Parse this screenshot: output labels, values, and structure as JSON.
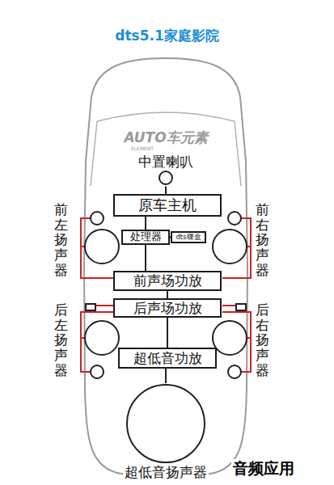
{
  "diagram": {
    "title": "dts5.1家庭影院",
    "nodes": [
      {
        "text": [
          "中置喇叭"
        ]
      },
      {
        "text": [
          "原车主机"
        ]
      },
      {
        "text": [
          "处理器"
        ]
      },
      {
        "text": [
          "dts碟盒"
        ]
      },
      {
        "text": [
          "前声场功放"
        ]
      },
      {
        "text": [
          "后声场功放"
        ]
      },
      {
        "text": [
          "超低音功放"
        ]
      },
      {
        "text": [
          "超低音扬声器"
        ]
      }
    ],
    "edges": [
      {
        "from": 0,
        "to": 1,
        "arrow": "none"
      },
      {
        "from": 1,
        "to": 2,
        "arrow": "none"
      },
      {
        "from": 2,
        "to": 3,
        "arrow": "none"
      },
      {
        "from": 2,
        "to": 4,
        "arrow": "none"
      },
      {
        "from": 4,
        "to": 5,
        "arrow": "none"
      },
      {
        "from": 5,
        "to": 6,
        "arrow": "none"
      },
      {
        "from": 6,
        "to": 7,
        "arrow": "none"
      }
    ],
    "labels": [
      "AUTO车元素",
      "ELEMENT",
      "前左扬声器",
      "前右扬声器",
      "后左扬声器",
      "后右扬声器",
      "音频应用"
    ]
  }
}
